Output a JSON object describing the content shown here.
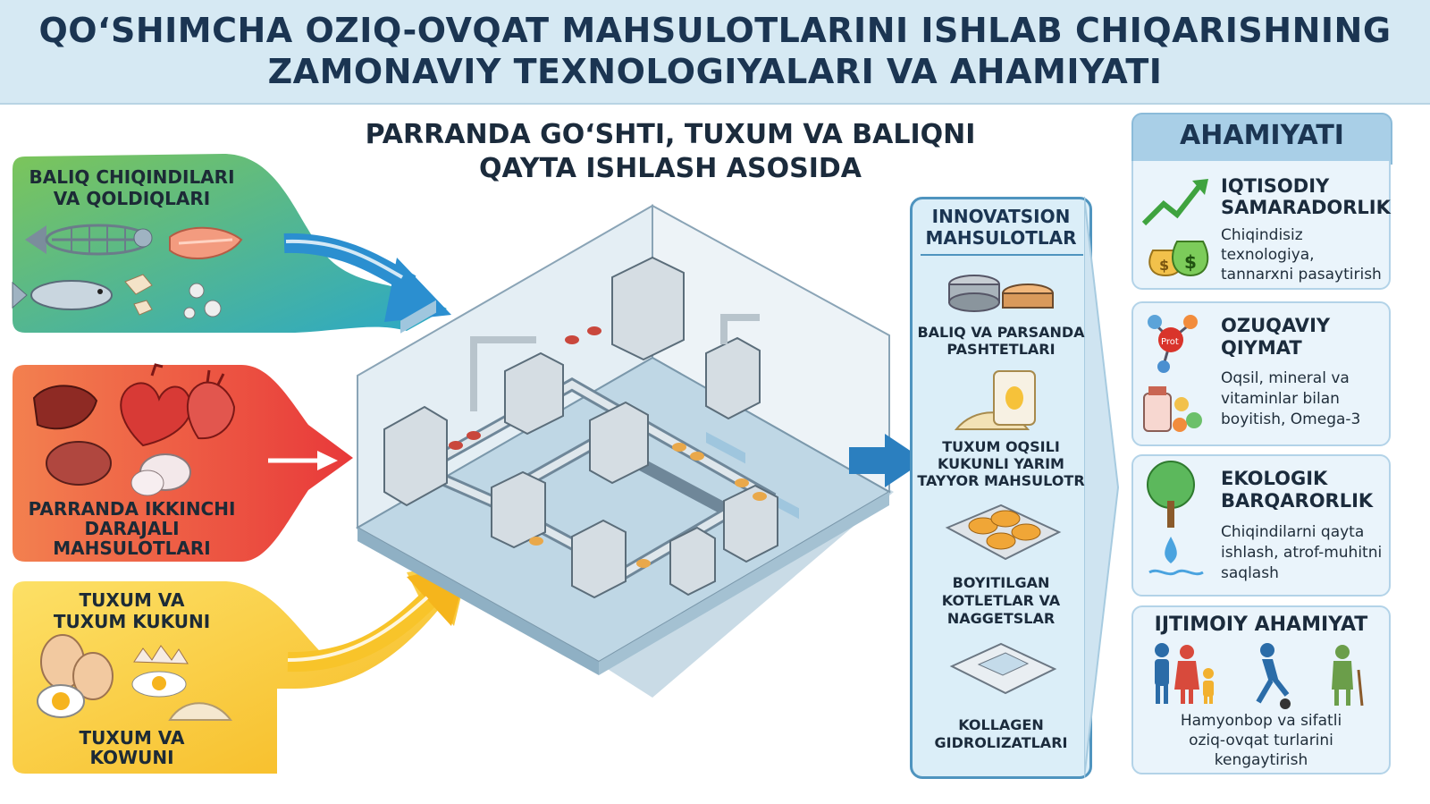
{
  "header": {
    "line1": "QO‘SHIMCHA OZIQ-OVQAT MAHSULOTLARINI ISHLAB CHIQARISHNING",
    "line2": "ZAMONAVIY TEXNOLOGIYALARI VA AHAMIYATI"
  },
  "subtitle": {
    "line1": "PARRANDA GO‘SHTI, TUXUM VA BALIQNI",
    "line2": "QAYTA ISHLASH ASOSIDA"
  },
  "inputs": {
    "fish": {
      "line1": "BALIQ CHIQINDILARI",
      "line2": "VA QOLDIQLARI"
    },
    "poultry": {
      "line1": "PARRANDA IKKINCHI",
      "line2": "DARAJALI",
      "line3": "MAHSULOTLARI"
    },
    "egg": {
      "line1": "TUXUM VA",
      "line2": "TUXUM KUKUNI",
      "bottom1": "TUXUM VA",
      "bottom2": "KOWUNI"
    }
  },
  "innovations": {
    "title1": "INNOVATSION",
    "title2": "MAHSULOTLAR",
    "items": [
      {
        "line1": "BALIQ VA PARSANDA",
        "line2": "PASHTETLARI"
      },
      {
        "line1": "TUXUM OQSILI",
        "line2": "KUKUNLI YARIM",
        "line3": "TAYYOR MAHSULOTR"
      },
      {
        "line1": "BOYITILGAN",
        "line2": "KOTLETLAR VA",
        "line3": "NAGGETSLAR"
      },
      {
        "line1": "KOLLAGEN",
        "line2": "GIDROLIZATLARI"
      }
    ]
  },
  "importance": {
    "title": "AHAMIYATI",
    "cards": [
      {
        "title1": "IQTISODIY",
        "title2": "SAMARADORLIK",
        "d1": "Chiqindisiz",
        "d2": "texnologiya,",
        "d3": "tannarxni pasaytirish"
      },
      {
        "title1": "OZUQAVIY",
        "title2": "QIYMAT",
        "d1": "Oqsil, mineral va",
        "d2": "vitaminlar bilan",
        "d3": "boyitish, Omega-3"
      },
      {
        "title1": "EKOLOGIK",
        "title2": "BARQARORLIK",
        "d1": "Chiqindilarni qayta",
        "d2": "ishlash, atrof-muhitni",
        "d3": "saqlash"
      }
    ],
    "social": {
      "title": "IJTIMOIY AHAMIYAT",
      "d1": "Hamyonbop va sifatli",
      "d2": "oziq-ovqat turlarini",
      "d3": "kengaytirish"
    },
    "badges": {
      "protein": "Prot",
      "dollar": "$"
    }
  },
  "colors": {
    "fish": "#3fb8a8",
    "poultry": "#ef5a3c",
    "egg": "#f8c42a",
    "arrowBlue": "#2b8fd0",
    "accent": "#4f94bf"
  }
}
